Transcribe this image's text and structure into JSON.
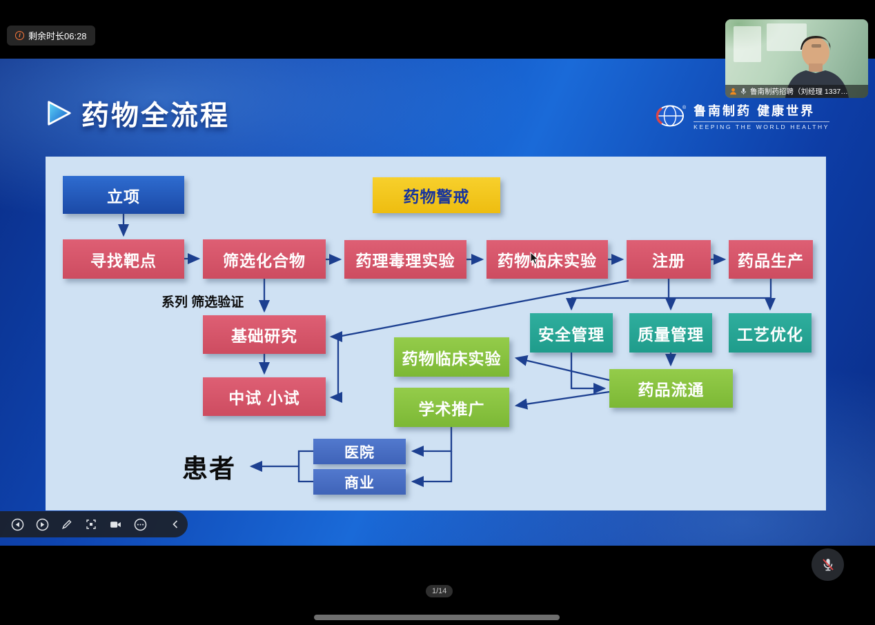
{
  "meeting": {
    "remaining_time": "剩余时长06:28",
    "participant": "鲁南制药招聘（刘经理 1337…",
    "page_indicator": "1/14"
  },
  "slide": {
    "title": "药物全流程",
    "brand_name": "鲁南制药 健康世界",
    "brand_tagline": "KEEPING THE WORLD HEALTHY"
  },
  "flowchart": {
    "annotation": "系列 筛选验证",
    "nodes": {
      "lixiang": "立项",
      "yaowu_jingjie": "药物警戒",
      "xunzhao_badian": "寻找靶点",
      "shaixuan_huahewu": "筛选化合物",
      "yaoli_duli_shiyan": "药理毒理实验",
      "yaowu_linchuang_shiyan": "药物临床实验",
      "zhuce": "注册",
      "yaopin_shengchan": "药品生产",
      "jichu_yanjiu": "基础研究",
      "zhongshi_xiaoshi": "中试 小试",
      "anquan_guanli": "安全管理",
      "zhiliang_guanli": "质量管理",
      "gongyi_youhua": "工艺优化",
      "yaowu_linchuang_shiyan_2": "药物临床实验",
      "xueshu_tuiguang": "学术推广",
      "yaopin_liutong": "药品流通",
      "yiyuan": "医院",
      "shangye": "商业",
      "huanzhe": "患者"
    }
  },
  "colors": {
    "stage_blue": "#0d3aa0",
    "panel_bg": "#cfe1f3",
    "node_red": "#d5566a",
    "node_blue": "#1e56bc",
    "node_yellow": "#f2c51e",
    "node_teal": "#27a394",
    "node_green": "#85c23e",
    "node_midblue": "#4a72c8",
    "arrow": "#1c3f90",
    "badge_icon_orange": "#ff7a3c"
  }
}
